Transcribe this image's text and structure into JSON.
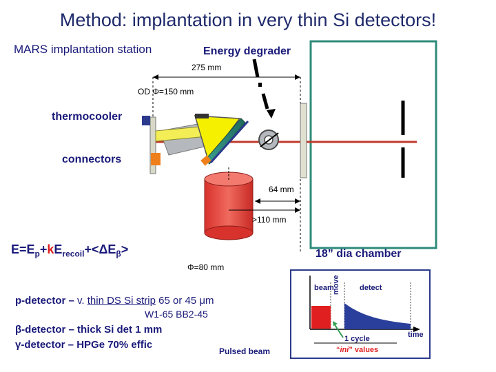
{
  "title": "Method: implantation in very thin Si detectors!",
  "labels": {
    "station": "MARS implantation station",
    "degrader": "Energy degrader",
    "d275": "275 mm",
    "od": "OD Φ=150 mm",
    "thermo": "thermocooler",
    "connectors": "connectors",
    "d64": "64 mm",
    "d110": ">110 mm",
    "chamber": "18” dia chamber",
    "phi80": "Φ=80 mm",
    "pulsed": "Pulsed beam"
  },
  "equation": {
    "e1": "E=E",
    "s1": "p",
    "e2": "+",
    "k": "k",
    "e3": "E",
    "s2": "recoil",
    "e4": "+<ΔE",
    "s3": "β",
    "e5": ">"
  },
  "detectors": {
    "p_head": "p-detector – ",
    "p_mid": "v. ",
    "p_ul": "thin DS Si strip",
    "p_tail": " 65 or 45 μm",
    "p_ids": "W1-65  BB2-45",
    "beta": "β-detector – thick Si det  1 mm",
    "gamma": "γ-detector – HPGe 70% effic"
  },
  "inset": {
    "beam": "beam",
    "move": "move",
    "detect": "detect",
    "time": "time",
    "cycle": "1 cycle",
    "ini_open": "“",
    "ini": "ini",
    "ini_close": "” values"
  },
  "colors": {
    "title": "#1f2a6b",
    "labels_navy": "#1a1a7a",
    "degrader_yellow": "#f5f000",
    "cylinder_red": "#e8403a",
    "beamline_red": "#c0392b",
    "bar_red": "#e02020",
    "decay_blue": "#2a3f9b",
    "inset_border": "#2b3a8c",
    "teal_box": "#2e8b7a",
    "gray_block": "#9aa0a6",
    "orange": "#ef7f1a",
    "arrow_green": "#2e9e4f"
  }
}
